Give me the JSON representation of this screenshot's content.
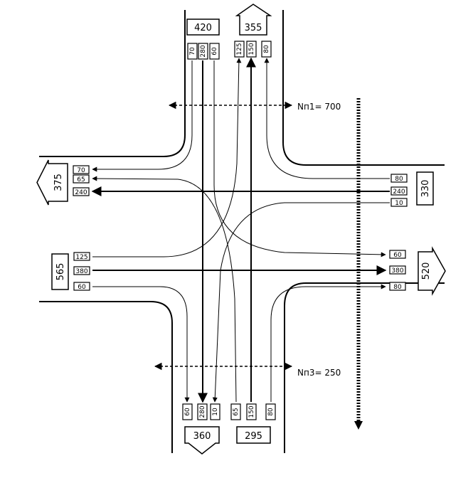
{
  "totals": {
    "north_in": "420",
    "north_out": "355",
    "west_out": "375",
    "east_in": "330",
    "west_in": "565",
    "east_out": "520",
    "south_out": "360",
    "south_in": "295"
  },
  "flows": {
    "north_in": [
      "70",
      "280",
      "60"
    ],
    "north_out": [
      "125",
      "150",
      "80"
    ],
    "west_out": [
      "70",
      "65",
      "240"
    ],
    "east_in": [
      "80",
      "240",
      "10"
    ],
    "west_in": [
      "125",
      "380",
      "60"
    ],
    "east_out": [
      "60",
      "380",
      "80"
    ],
    "south_out": [
      "60",
      "280",
      "10"
    ],
    "south_in": [
      "65",
      "150",
      "80"
    ]
  },
  "pedestrian": {
    "north_label": "Nп1= 700",
    "south_label": "Nп3= 250"
  }
}
